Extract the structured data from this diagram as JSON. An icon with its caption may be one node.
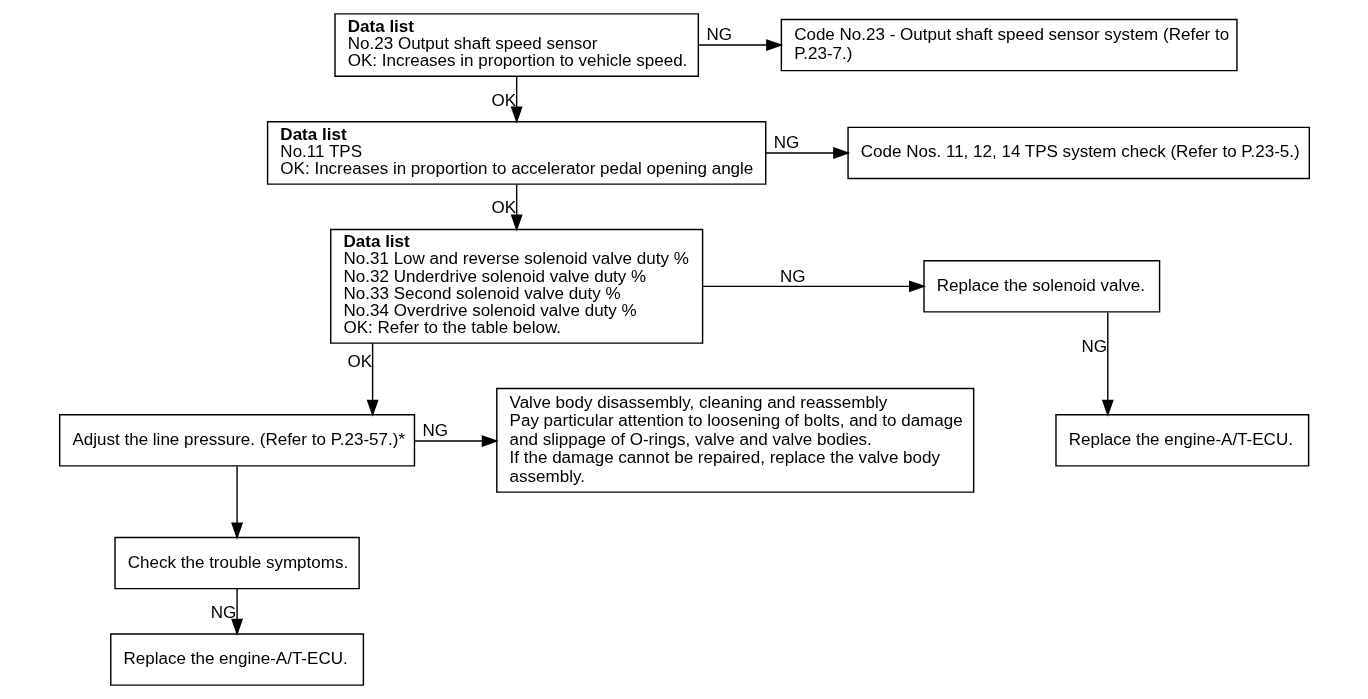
{
  "diagram": {
    "nodes": [
      {
        "text": [
          "Data list",
          "No.23 Output shaft speed sensor",
          "OK: Increases in proportion to vehicle speed."
        ]
      },
      {
        "text": [
          "Code No.23 - Output shaft speed sensor system (Refer to P.23-7.)"
        ]
      },
      {
        "text": [
          "Data list",
          "No.11 TPS",
          "OK: Increases in proportion to accelerator pedal opening angle"
        ]
      },
      {
        "text": [
          "Code Nos. 11, 12, 14 TPS system check (Refer to P.23-5.)"
        ]
      },
      {
        "text": [
          "Data list",
          "No.31 Low and reverse solenoid valve duty %",
          "No.32 Underdrive solenoid valve duty %",
          "No.33 Second solenoid valve duty %",
          "No.34 Overdrive solenoid valve duty %",
          "OK: Refer to the table below."
        ]
      },
      {
        "text": [
          "Replace the solenoid valve."
        ]
      },
      {
        "text": [
          "Replace the engine-A/T-ECU."
        ]
      },
      {
        "text": [
          "Adjust the line pressure. (Refer to P.23-57.)*"
        ]
      },
      {
        "text": [
          "Valve body disassembly, cleaning and reassembly",
          "Pay particular attention to loosening of bolts, and to damage and slippage of O-rings, valve and valve bodies.",
          "If the damage cannot be repaired, replace the valve body assembly."
        ]
      },
      {
        "text": [
          "Check the trouble symptoms."
        ]
      },
      {
        "text": [
          "Replace the engine-A/T-ECU."
        ]
      }
    ],
    "edges": [
      {
        "from": 0,
        "to": 1,
        "arrow": "to",
        "label": "NG"
      },
      {
        "from": 0,
        "to": 2,
        "arrow": "to",
        "label": "OK"
      },
      {
        "from": 2,
        "to": 3,
        "arrow": "to",
        "label": "NG"
      },
      {
        "from": 2,
        "to": 4,
        "arrow": "to",
        "label": "OK"
      },
      {
        "from": 4,
        "to": 5,
        "arrow": "to",
        "label": "NG"
      },
      {
        "from": 5,
        "to": 6,
        "arrow": "to",
        "label": "NG"
      },
      {
        "from": 4,
        "to": 7,
        "arrow": "to",
        "label": "OK"
      },
      {
        "from": 7,
        "to": 8,
        "arrow": "to",
        "label": "NG"
      },
      {
        "from": 7,
        "to": 9,
        "arrow": "to"
      },
      {
        "from": 9,
        "to": 10,
        "arrow": "to",
        "label": "NG"
      }
    ]
  }
}
